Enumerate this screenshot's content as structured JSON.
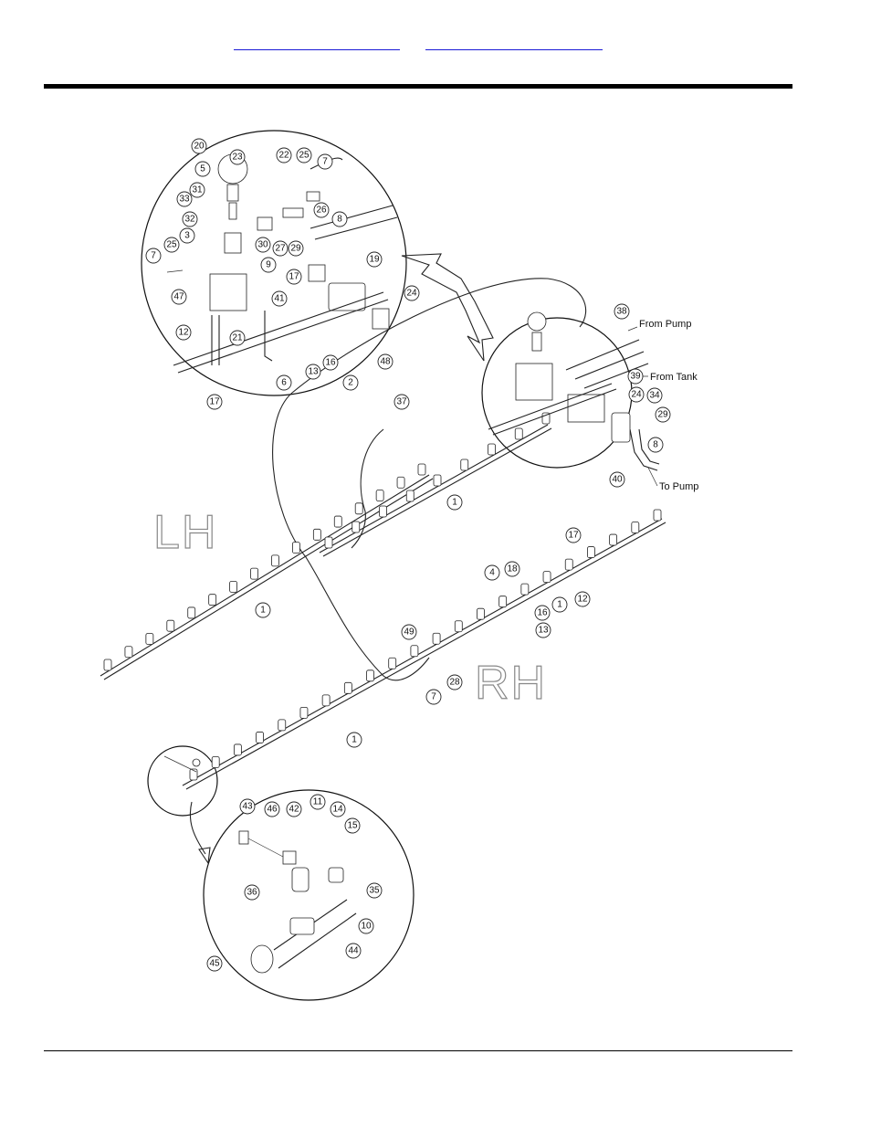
{
  "header": {
    "link_left": "",
    "link_right": ""
  },
  "labels": {
    "lh": "LH",
    "rh": "RH",
    "from_pump": "From Pump",
    "from_tank": "From Tank",
    "to_pump": "To Pump"
  },
  "callouts": [
    "20",
    "5",
    "31",
    "33",
    "32",
    "3",
    "25",
    "7",
    "23",
    "22",
    "25",
    "7",
    "26",
    "8",
    "30",
    "29",
    "19",
    "27",
    "9",
    "17",
    "47",
    "12",
    "21",
    "41",
    "16",
    "48",
    "13",
    "2",
    "6",
    "17",
    "24",
    "38",
    "39",
    "37",
    "24",
    "34",
    "29",
    "8",
    "40",
    "1",
    "17",
    "4",
    "18",
    "16",
    "1",
    "12",
    "13",
    "1",
    "49",
    "28",
    "7",
    "1",
    "43",
    "46",
    "42",
    "11",
    "14",
    "15",
    "36",
    "35",
    "10",
    "44",
    "45"
  ],
  "colors": {
    "line": "#222222",
    "background": "#ffffff",
    "link": "#1a1ad6"
  }
}
